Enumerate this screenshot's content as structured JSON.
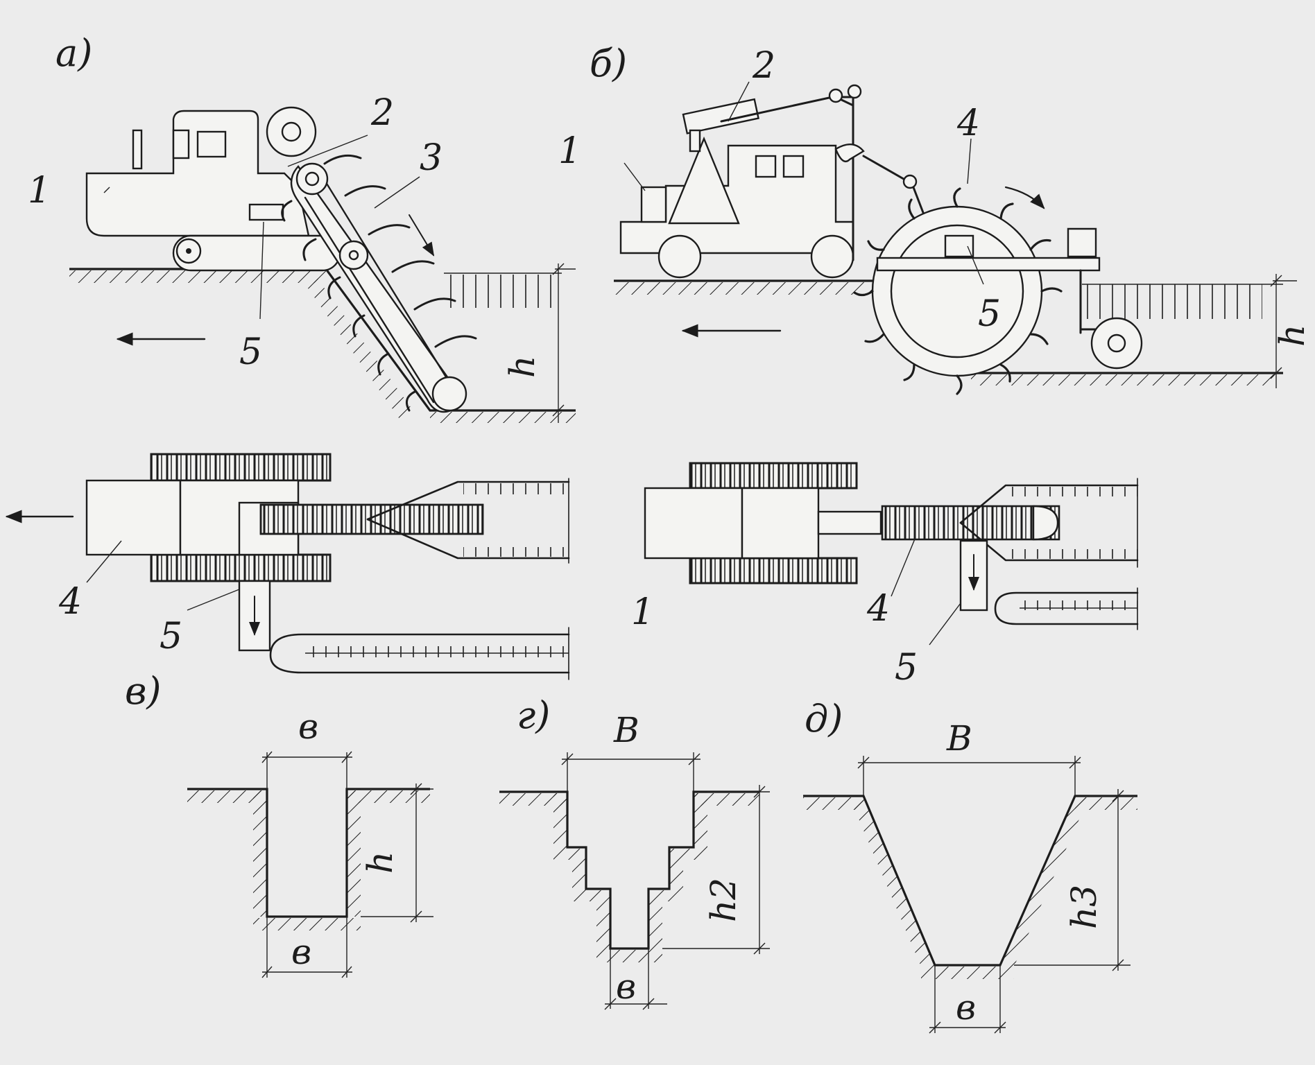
{
  "panels": {
    "a": "а)",
    "b": "б)",
    "v": "в)",
    "g": "г)",
    "d": "д)"
  },
  "callouts": {
    "a_1": "1",
    "a_2": "2",
    "a_3": "3",
    "a_5": "5",
    "b_1": "1",
    "b_2": "2",
    "b_4": "4",
    "b_5": "5",
    "plan_a_4": "4",
    "plan_a_5": "5",
    "plan_b_1": "1",
    "plan_b_4": "4",
    "plan_b_5": "5"
  },
  "dimensions": {
    "a_h": "h",
    "b_h": "h",
    "v_top": "в",
    "v_h": "h",
    "v_bottom": "в",
    "g_top": "В",
    "g_h": "h2",
    "g_bottom": "в",
    "d_top": "В",
    "d_h": "h3",
    "d_bottom": "в"
  },
  "colors": {
    "ink": "#1c1c1c",
    "paper": "#ececec"
  }
}
